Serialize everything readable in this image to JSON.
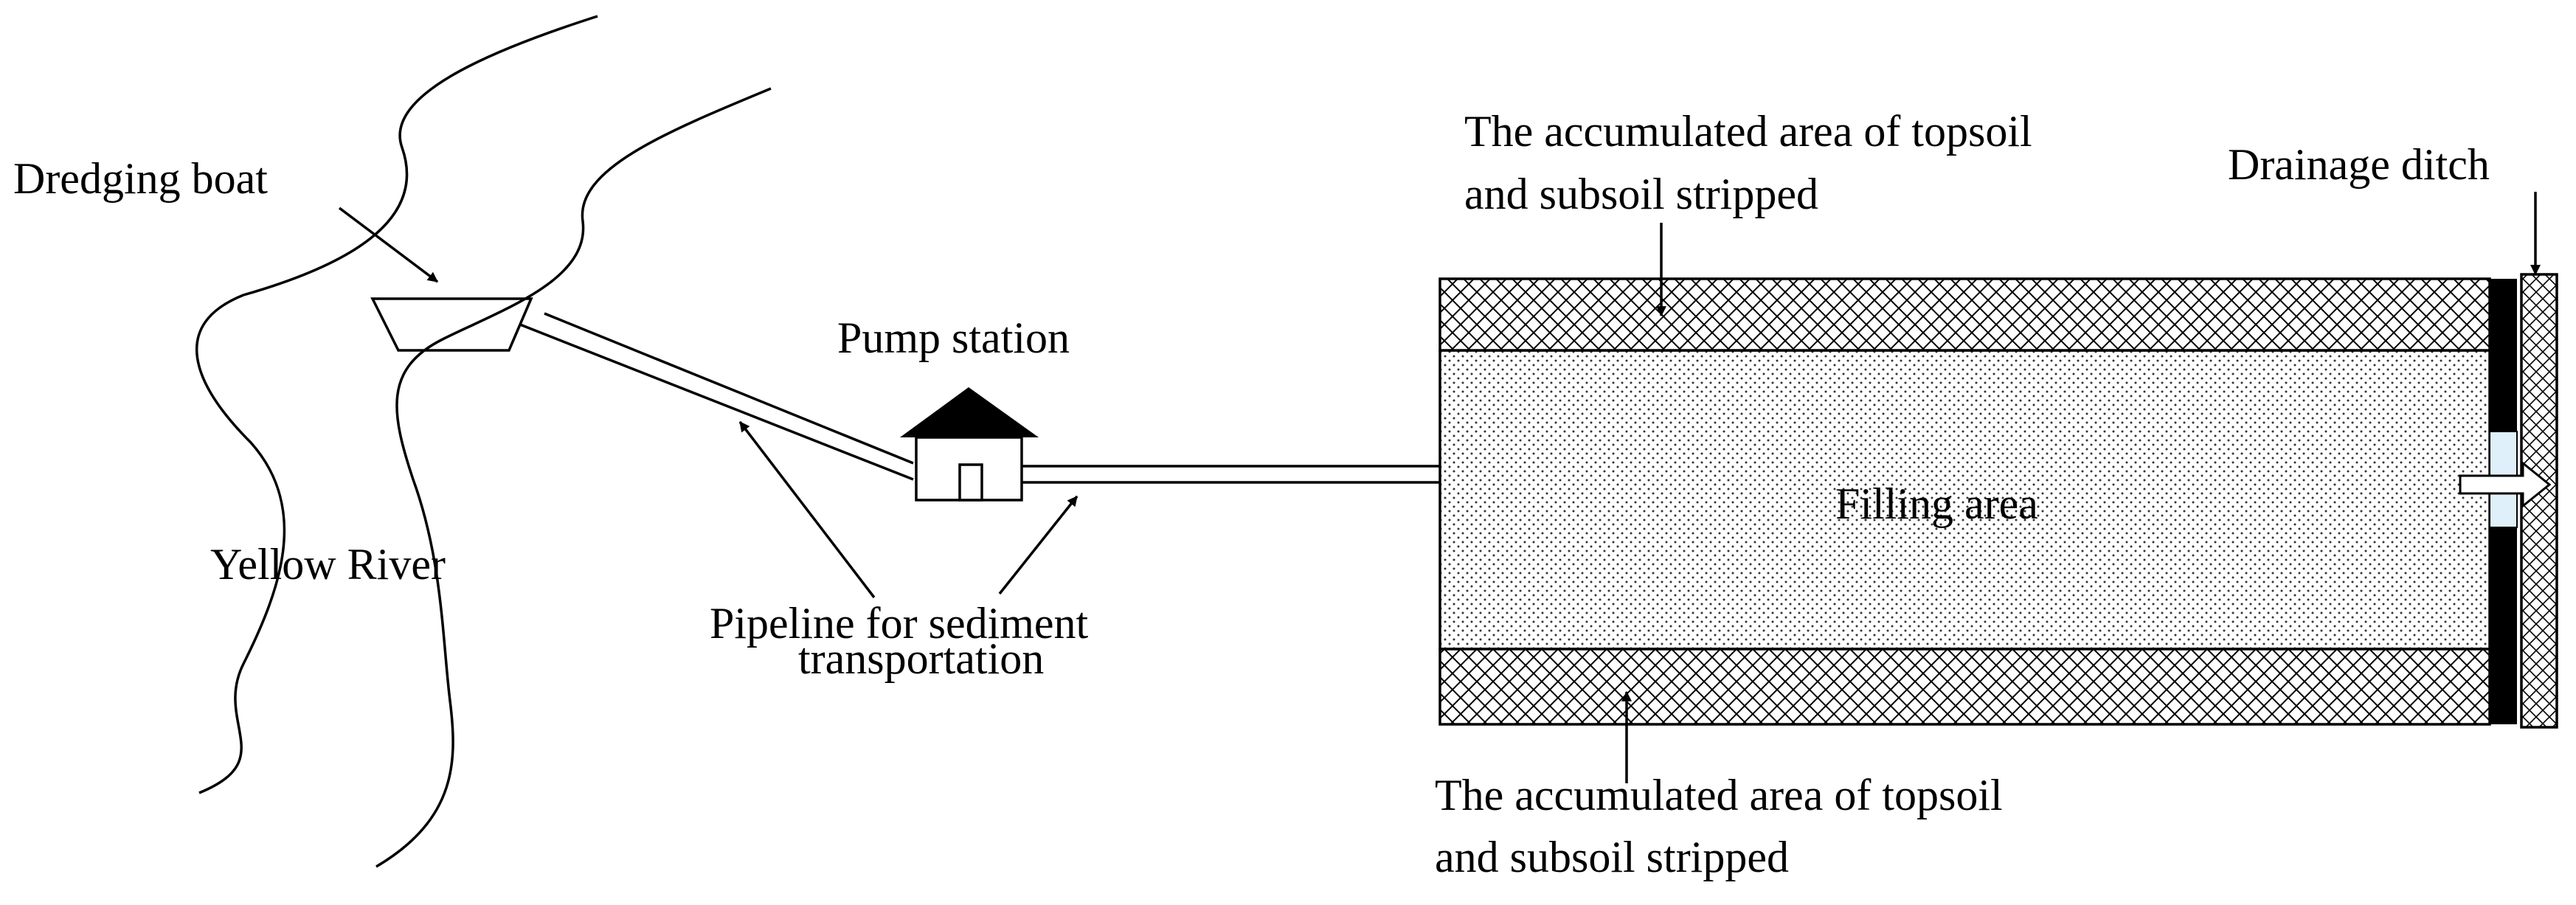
{
  "labels": {
    "dredging_boat": "Dredging boat",
    "yellow_river": "Yellow River",
    "pump_station": "Pump station",
    "pipeline_line1": "Pipeline for sediment",
    "pipeline_line2": "transportation",
    "accum_top_line1": "The accumulated area of topsoil",
    "accum_top_line2": "and subsoil stripped",
    "accum_bottom_line1": "The accumulated area of topsoil",
    "accum_bottom_line2": "and subsoil stripped",
    "filling_area": "Filling area",
    "drainage_ditch": "Drainage ditch"
  },
  "colors": {
    "line": "#000000",
    "background": "#ffffff",
    "outlet_fill": "#dff0fb"
  }
}
